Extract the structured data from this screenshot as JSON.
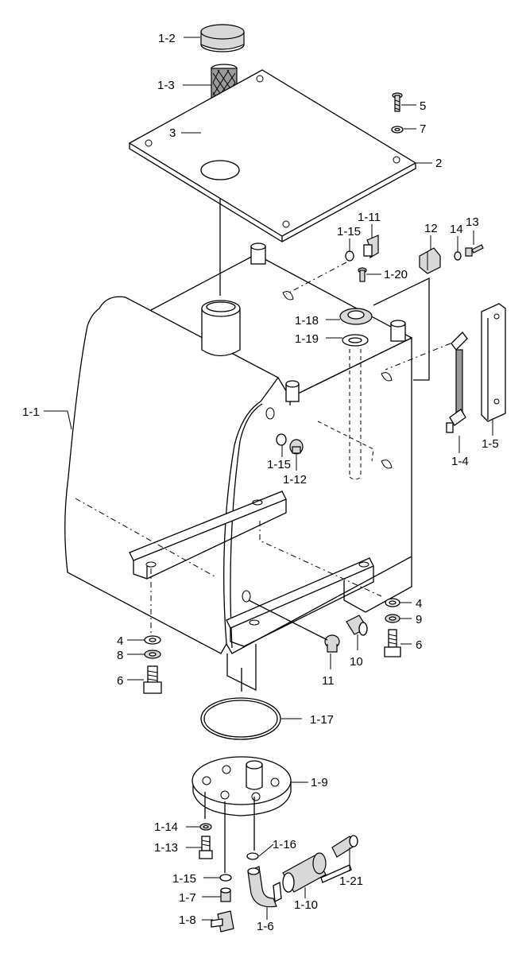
{
  "labels": {
    "p1_2": "1-2",
    "p1_3": "1-3",
    "p3": "3",
    "p5": "5",
    "p7": "7",
    "p2": "2",
    "p1_11": "1-11",
    "p1_15_top": "1-15",
    "p12": "12",
    "p14": "14",
    "p13": "13",
    "p1_20": "1-20",
    "p1_18": "1-18",
    "p1_19": "1-19",
    "p1_1": "1-1",
    "p1_15_mid": "1-15",
    "p1_12": "1-12",
    "p1_4": "1-4",
    "p1_5": "1-5",
    "p4_right": "4",
    "p9": "9",
    "p6_right": "6",
    "p10": "10",
    "p11": "11",
    "p4_left": "4",
    "p8": "8",
    "p6_left": "6",
    "p1_17": "1-17",
    "p1_9": "1-9",
    "p1_14": "1-14",
    "p1_13": "1-13",
    "p1_16": "1-16",
    "p1_15_bottom": "1-15",
    "p1_7": "1-7",
    "p1_8": "1-8",
    "p1_6": "1-6",
    "p1_10": "1-10",
    "p1_21": "1-21"
  }
}
